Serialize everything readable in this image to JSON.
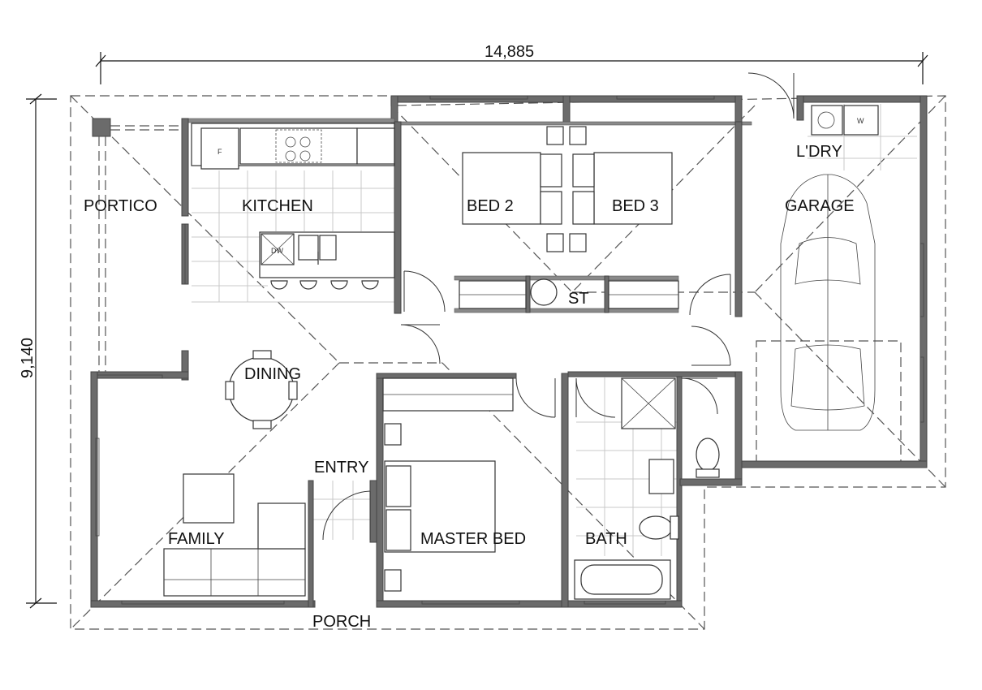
{
  "dimensions": {
    "width_label": "14,885",
    "height_label": "9,140"
  },
  "rooms": {
    "portico": "PORTICO",
    "kitchen": "KITCHEN",
    "bed2": "BED 2",
    "bed3": "BED 3",
    "laundry": "L'DRY",
    "garage": "GARAGE",
    "storage": "ST",
    "dining": "DINING",
    "entry": "ENTRY",
    "family": "FAMILY",
    "master_bed": "MASTER BED",
    "bath": "BATH",
    "porch": "PORCH"
  },
  "fixtures": {
    "fridge": "F",
    "dishwasher": "DW",
    "washer": "W"
  }
}
